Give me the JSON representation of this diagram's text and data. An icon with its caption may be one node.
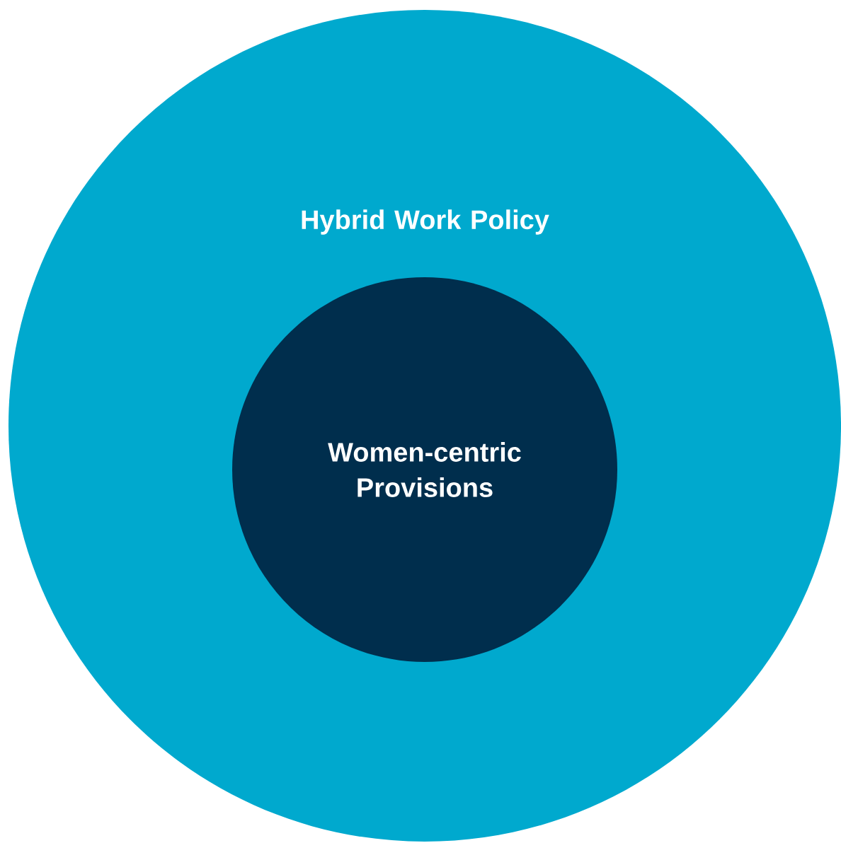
{
  "diagram": {
    "nodes": [
      {
        "text": [
          "Hybrid Work Policy"
        ]
      },
      {
        "text": [
          "Women-centric Provisions"
        ],
        "in": 0
      }
    ]
  }
}
